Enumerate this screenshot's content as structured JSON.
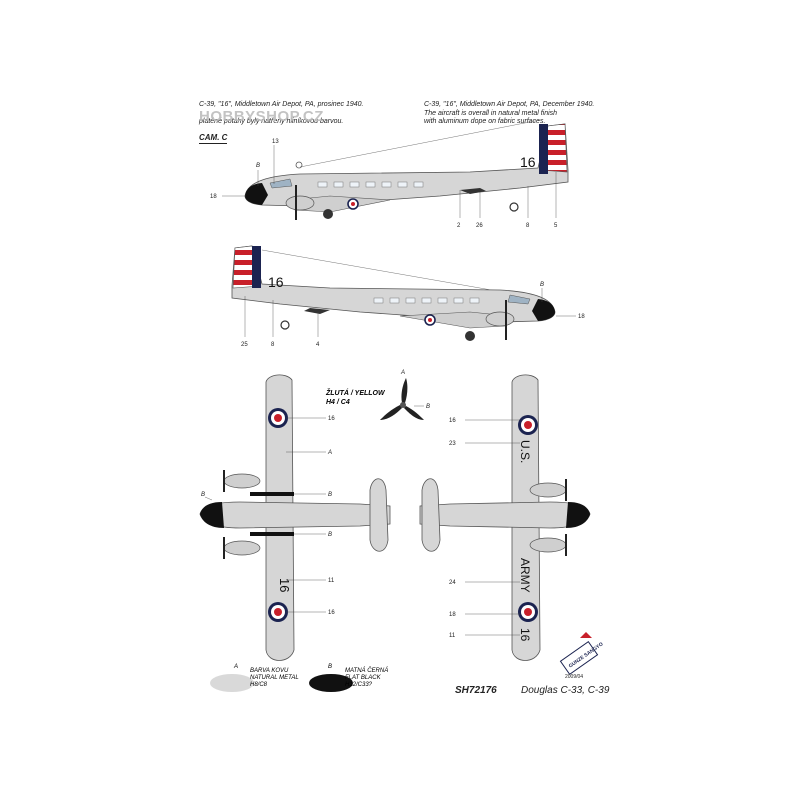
{
  "captions": {
    "left_line1": "C-39, \"16\", Middletown Air Depot, PA, prosinec 1940.",
    "left_line3": "plátěné potahy byly natřeny hliníkovou barvou.",
    "right_line1": "C-39, \"16\", Middletown Air Depot, PA, December 1940.",
    "right_line2": "The aircraft is overall in natural metal finish",
    "right_line3": "with aluminum dope on fabric surfaces."
  },
  "watermark": "HOBBYSHOP.CZ",
  "camo_label": "CAM. C",
  "callouts": {
    "side1": [
      "13",
      "B",
      "18",
      "2",
      "26",
      "8",
      "5"
    ],
    "side2": [
      "B",
      "18",
      "25",
      "8",
      "4"
    ],
    "top_view": [
      "16",
      "A",
      "B",
      "B",
      "B",
      "11",
      "16"
    ],
    "bottom_view": [
      "16",
      "23",
      "24",
      "18",
      "11"
    ]
  },
  "markings": {
    "tail_number": "16",
    "wing_us": "U.S.",
    "wing_army": "ARMY",
    "wing_number": "16"
  },
  "propeller": {
    "color_label": "ŽLUTÁ / YELLOW",
    "color_codes": "H4 / C4",
    "tip_label": "A",
    "blade_label": "B"
  },
  "legend": [
    {
      "key": "A",
      "line1": "BARVA KOVU",
      "line2": "NATURAL METAL",
      "line3": "H8/C8",
      "color": "#d9d9d9"
    },
    {
      "key": "B",
      "line1": "MATNÁ ČERNÁ",
      "line2": "FLAT BLACK",
      "line3": "H12/C33?",
      "color": "#111111"
    }
  ],
  "footer": {
    "sku": "SH72176",
    "model": "Douglas C-33, C-39",
    "date": "2009/04",
    "logo_text": "GUNZE SANGYO"
  },
  "colors": {
    "metal": "#d6d6d6",
    "black": "#111111",
    "stripe_red": "#c8202a",
    "stripe_white": "#ffffff",
    "tail_blue": "#1b2350",
    "roundel_blue": "#1b2350",
    "roundel_red": "#c8202a"
  }
}
